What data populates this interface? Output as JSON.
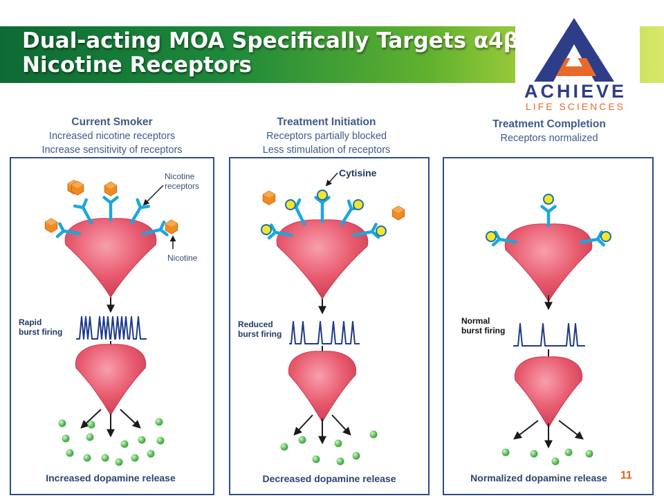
{
  "slide": {
    "title_line1": "Dual-acting MOA Specifically Targets α4β2",
    "title_line2": "Nicotine Receptors",
    "page_number": "11"
  },
  "logo": {
    "word": "ACHIEVE",
    "sub": "LIFE SCIENCES",
    "colors": {
      "triangle_blue": "#2d3d88",
      "triangle_orange": "#e86a2a"
    }
  },
  "columns": [
    {
      "heading": "Current Smoker",
      "line1": "Increased nicotine receptors",
      "line2": "Increase sensitivity of receptors",
      "firing_label_1": "Rapid",
      "firing_label_2": "burst firing",
      "release": "Increased dopamine release",
      "callouts": {
        "receptors_1": "Nicotine",
        "receptors_2": "receptors",
        "nicotine": "Nicotine"
      }
    },
    {
      "heading": "Treatment Initiation",
      "line1": "Receptors partially blocked",
      "line2": "Less stimulation of receptors",
      "firing_label_1": "Reduced",
      "firing_label_2": "burst firing",
      "release": "Decreased dopamine release",
      "callouts": {
        "cytisine": "Cytisine"
      }
    },
    {
      "heading": "Treatment Completion",
      "line1": "Receptors normalized",
      "firing_label_1": "Normal",
      "firing_label_2": "burst firing",
      "release": "Normalized dopamine release"
    }
  ],
  "colors": {
    "neuron": "#e85a6e",
    "receptor": "#1aa7dd",
    "nicotine": "#f08a24",
    "cytisine": "#f3e62a",
    "dopamine": "#5fbf5a",
    "spike": "#1e3a8a",
    "panel_border": "#2b4d86"
  }
}
